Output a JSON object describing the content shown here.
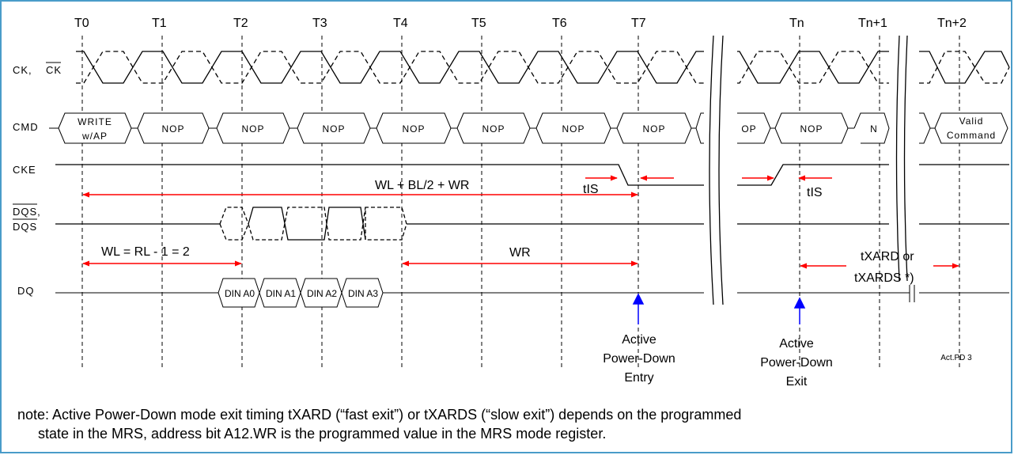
{
  "clock_labels": [
    "T0",
    "T1",
    "T2",
    "T3",
    "T4",
    "T5",
    "T6",
    "T7",
    "Tn",
    "Tn+1",
    "Tn+2"
  ],
  "signals": {
    "ck": "CK,",
    "ck_bar": "CK",
    "cmd": "CMD",
    "cke": "CKE",
    "dqs": "DQS,",
    "dqs_bar": "DQS",
    "dq": "DQ"
  },
  "commands": {
    "write_line1": "WRITE",
    "write_line2": "w/AP",
    "nop": "NOP",
    "nop_partial_left": "OP",
    "nop_partial_right": "N",
    "valid_line1": "Valid",
    "valid_line2": "Command"
  },
  "data_labels": [
    "DIN A0",
    "DIN A1",
    "DIN A2",
    "DIN A3"
  ],
  "annotations": {
    "wl_bl_wr": "WL + BL/2 + WR",
    "tis": "tIS",
    "wl": "WL =  RL - 1 = 2",
    "wr": "WR",
    "txard_line1": "tXARD or",
    "txard_line2": "tXARDS *)",
    "entry_line1": "Active",
    "entry_line2": "Power-Down",
    "entry_line3": "Entry",
    "exit_line1": "Active",
    "exit_line2": "Power-Down",
    "exit_line3": "Exit",
    "figure_id": "Act.PD 3"
  },
  "note": {
    "line1": "note: Active Power-Down mode exit timing tXARD (“fast exit”) or tXARDS (“slow exit”) depends on the programmed",
    "line2": "state in the MRS, address bit A12.WR is the programmed value in the MRS mode register."
  },
  "colors": {
    "border": "#4a9cc9",
    "arrow": "#ff0000",
    "marker": "#0000ff",
    "line": "#000000"
  }
}
